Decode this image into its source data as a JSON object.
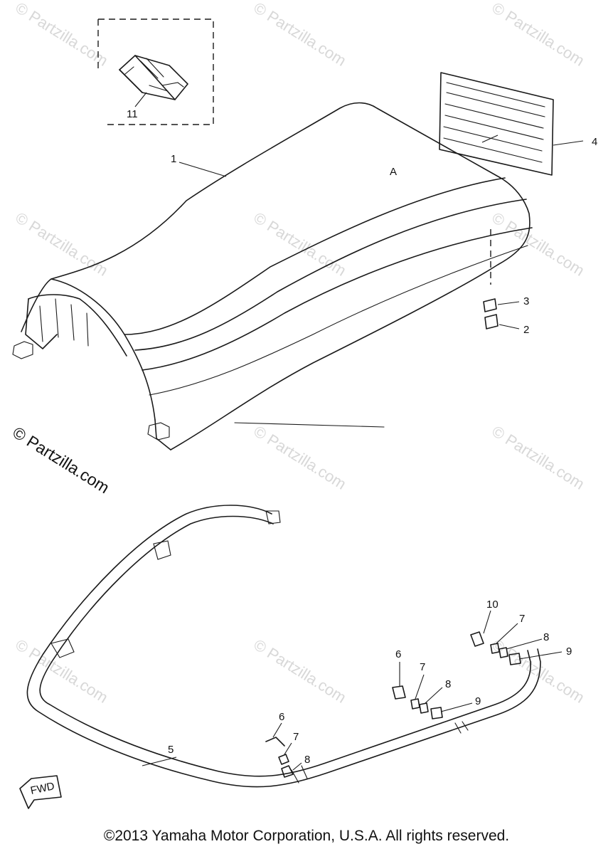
{
  "diagram": {
    "callouts": {
      "c1": "1",
      "c2": "2",
      "c3": "3",
      "c4": "4",
      "c5": "5",
      "c6a": "6",
      "c6b": "6",
      "c7a": "7",
      "c7b": "7",
      "c7c": "7",
      "c8a": "8",
      "c8b": "8",
      "c8c": "8",
      "c9a": "9",
      "c9b": "9",
      "c10": "10",
      "c11": "11"
    },
    "fwd_label": "FWD",
    "label_text": "A"
  },
  "watermark": {
    "text": "© Partzilla.com"
  },
  "footer": {
    "copyright": "©2013 Yamaha Motor Corporation, U.S.A. All rights reserved."
  }
}
